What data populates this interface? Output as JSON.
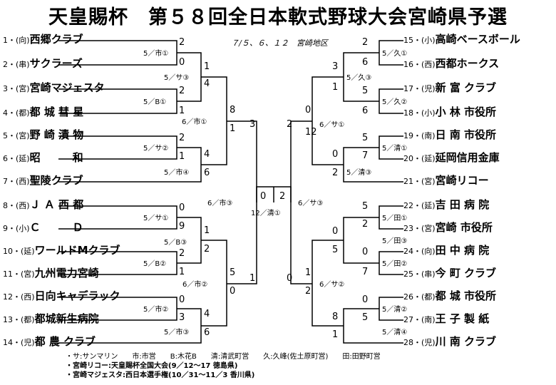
{
  "title": "天皇賜杯　第５８回全日本軟式野球大会宮崎県予選",
  "dateline": "７/５、６、１２　宮崎地区",
  "teams": [
    {
      "seed": "1",
      "area": "向",
      "name": "西郷クラブ"
    },
    {
      "seed": "2",
      "area": "串",
      "name": "サクラーズ"
    },
    {
      "seed": "3",
      "area": "宮",
      "name": "宮崎マジェスタ"
    },
    {
      "seed": "4",
      "area": "都",
      "name": "都 城 彗 星"
    },
    {
      "seed": "5",
      "area": "宮",
      "name": "野 崎 漬 物"
    },
    {
      "seed": "6",
      "area": "延",
      "name": "昭　　　和"
    },
    {
      "seed": "7",
      "area": "西",
      "name": "聖陵クラブ"
    },
    {
      "seed": "8",
      "area": "西",
      "name": "Ｊ Ａ 西 都"
    },
    {
      "seed": "9",
      "area": "小",
      "name": "Ｃ　　　Ｄ"
    },
    {
      "seed": "10",
      "area": "延",
      "name": "ワールドMクラブ"
    },
    {
      "seed": "11",
      "area": "宮",
      "name": "九州電力宮崎"
    },
    {
      "seed": "12",
      "area": "西",
      "name": "日向キャデラック"
    },
    {
      "seed": "13",
      "area": "都",
      "name": "都城新生病院"
    },
    {
      "seed": "14",
      "area": "児",
      "name": "都 農 クラブ"
    },
    {
      "seed": "15",
      "area": "小",
      "name": "高崎ベースボール"
    },
    {
      "seed": "16",
      "area": "西",
      "name": "西都ホークス"
    },
    {
      "seed": "17",
      "area": "児",
      "name": "新 富 クラブ"
    },
    {
      "seed": "18",
      "area": "小",
      "name": "小 林 市役所"
    },
    {
      "seed": "19",
      "area": "南",
      "name": "日 南 市役所"
    },
    {
      "seed": "20",
      "area": "延",
      "name": "延岡信用金庫"
    },
    {
      "seed": "21",
      "area": "宮",
      "name": "宮崎リコー"
    },
    {
      "seed": "22",
      "area": "延",
      "name": "吉 田 病 院"
    },
    {
      "seed": "23",
      "area": "宮",
      "name": "宮崎 市役所"
    },
    {
      "seed": "24",
      "area": "向",
      "name": "田 中 病 院"
    },
    {
      "seed": "25",
      "area": "串",
      "name": "今 町 クラブ"
    },
    {
      "seed": "26",
      "area": "都",
      "name": "都 城 市役所"
    },
    {
      "seed": "27",
      "area": "南",
      "name": "王 子 製 紙"
    },
    {
      "seed": "28",
      "area": "児",
      "name": "川 南 クラブ"
    }
  ],
  "games": [
    {
      "label": "5／市①",
      "s1": "2",
      "s2": "0"
    },
    {
      "label": "5／サ③",
      "s1": "1",
      "s2": "4"
    },
    {
      "label": "5／B①",
      "s1": "2",
      "s2": "1"
    },
    {
      "label": "6／市①",
      "s1": "8",
      "s2": "1"
    },
    {
      "label": "5／サ②",
      "s1": "2",
      "s2": "1"
    },
    {
      "label": "5／市④",
      "s1": "4",
      "s2": "6"
    },
    {
      "label": "6／市③",
      "s1": "3",
      "s2": "1"
    },
    {
      "label": "5／サ①",
      "s1": "0",
      "s2": "9"
    },
    {
      "label": "5／B③",
      "s1": "1",
      "s2": "2"
    },
    {
      "label": "5／B②",
      "s1": "2",
      "s2": "1"
    },
    {
      "label": "6／市②",
      "s1": "5",
      "s2": "0"
    },
    {
      "label": "5／市②",
      "s1": "0",
      "s2": "3"
    },
    {
      "label": "5／市③",
      "s1": "4",
      "s2": "6"
    },
    {
      "label": "5／久①",
      "s1": "2",
      "s2": "6"
    },
    {
      "label": "5／久③",
      "s1": "3",
      "s2": "1"
    },
    {
      "label": "5／久②",
      "s1": "5",
      "s2": "6"
    },
    {
      "label": "6／サ①",
      "s1": "0",
      "s2": "12"
    },
    {
      "label": "5／清①",
      "s1": "5",
      "s2": "7"
    },
    {
      "label": "5／清③",
      "s1": "0",
      "s2": "2"
    },
    {
      "label": "6／サ③",
      "s1": "2",
      "s2": "0"
    },
    {
      "label": "5／田①",
      "s1": "5",
      "s2": "2"
    },
    {
      "label": "5／田③",
      "s1": "0",
      "s2": "5"
    },
    {
      "label": "5／田②",
      "s1": "0",
      "s2": "7"
    },
    {
      "label": "6／サ②",
      "s1": "1",
      "s2": "2"
    },
    {
      "label": "5／清②",
      "s1": "0",
      "s2": "5"
    },
    {
      "label": "5／清④",
      "s1": "8",
      "s2": "1"
    },
    {
      "label": "12／清①",
      "s1": "0",
      "s2": "2"
    }
  ],
  "legend": {
    "line1": "・サ:サンマリン　　市:市営　　B:木花B　　清:清武町営　　久:久峰(佐土原町営)　　田:田野町営",
    "line2": "・宮崎リコー:天皇賜杯全国大会(9／12～17 徳島県)",
    "line3": "・宮崎マジェスタ:西日本選手権(10／31～11／3 香川県)"
  }
}
